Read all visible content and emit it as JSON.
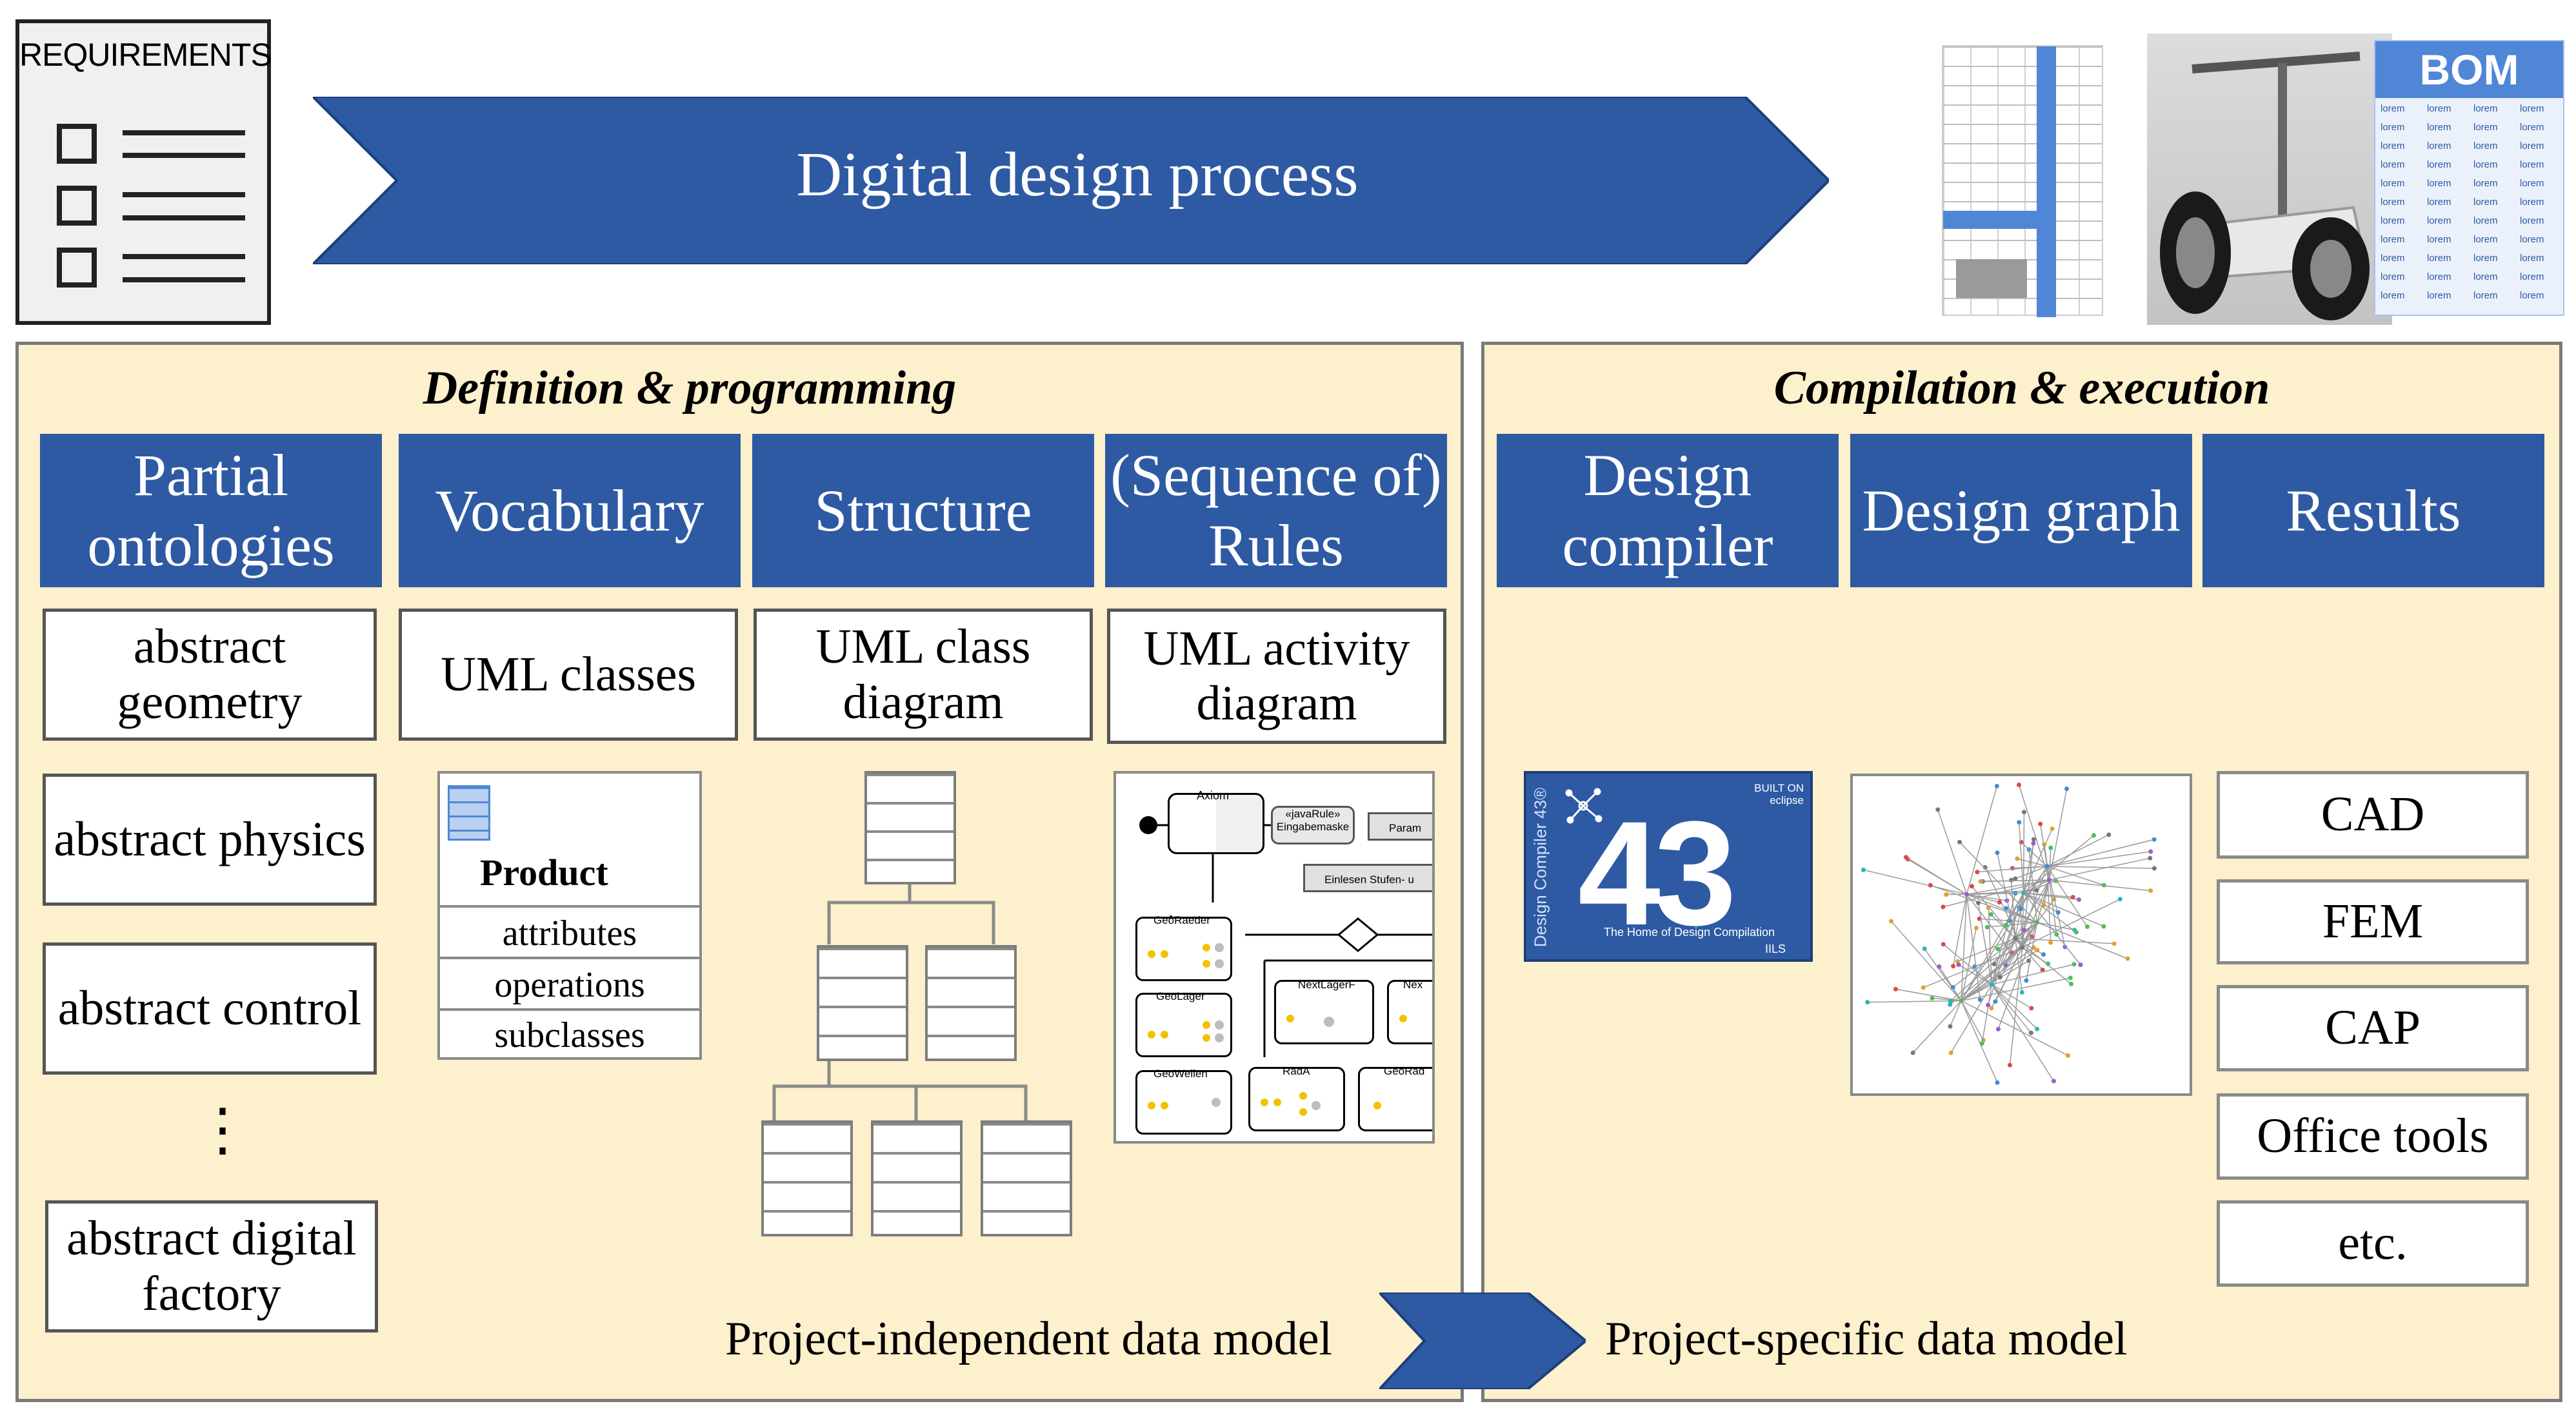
{
  "requirements": {
    "label": "REQUIREMENTS"
  },
  "banner": {
    "label": "Digital design process"
  },
  "bom": {
    "title": "BOM",
    "cell": "lorem"
  },
  "left_panel": {
    "title": "Definition & programming",
    "headers": [
      "Partial ontologies",
      "Vocabulary",
      "Structure",
      "(Sequence of) Rules"
    ],
    "sub_boxes": [
      "abstract geometry",
      "UML classes",
      "UML class diagram",
      "UML activity diagram"
    ],
    "ontologies": [
      "abstract physics",
      "abstract control",
      "abstract digital factory"
    ],
    "ellipsis": "⋮",
    "uml_class": {
      "name": "Product",
      "rows": [
        "attributes",
        "operations",
        "subclasses"
      ]
    },
    "activity_labels": [
      "Axiom",
      "«javaRule» Eingabemaske",
      "Param",
      "Einlesen Stufen- u",
      "GeoRaeder",
      "GeoLager",
      "NextLagerF",
      "Nex",
      "GeoWellen",
      "RadA",
      "GeoRad"
    ],
    "footer": "Project-independent data model"
  },
  "right_panel": {
    "title": "Compilation & execution",
    "headers": [
      "Design compiler",
      "Design graph",
      "Results"
    ],
    "results": [
      "CAD",
      "FEM",
      "CAP",
      "Office tools",
      "etc."
    ],
    "footer": "Project-specific data model",
    "logo": {
      "number": "43",
      "vertical_text": "Design Compiler 43®",
      "tagline": "The Home of Design Compilation",
      "built_on": "BUILT ON eclipse",
      "iils": "IILS"
    }
  },
  "colors": {
    "accent_blue": "#2e5aa3",
    "panel_bg": "#fdf0cc",
    "border_gray": "#7a7a7a"
  }
}
